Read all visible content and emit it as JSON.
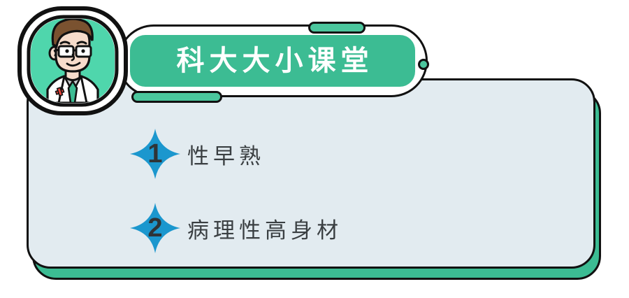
{
  "banner": {
    "title": "科大大小课堂",
    "green": "#3CBC93",
    "title_color": "#ffffff"
  },
  "avatar": {
    "name": "doctor-avatar",
    "background_color": "#4FD6AC",
    "hair_color": "#7A5230",
    "coat_color": "#ffffff",
    "tie_color": "#3CBC93",
    "badge_color": "#E8443A"
  },
  "card": {
    "background": "#E2EBF0",
    "shadow_color": "#3CBC93",
    "outline": "#111111"
  },
  "decorations": {
    "pill_color": "#4BC69D",
    "dot_color": "#4BC69D"
  },
  "list": {
    "badge_color": "#1B97CE",
    "number_color": "#2F3437",
    "label_color": "#3A3F42",
    "items": [
      {
        "number": "1",
        "label": "性早熟"
      },
      {
        "number": "2",
        "label": "病理性高身材"
      }
    ]
  }
}
